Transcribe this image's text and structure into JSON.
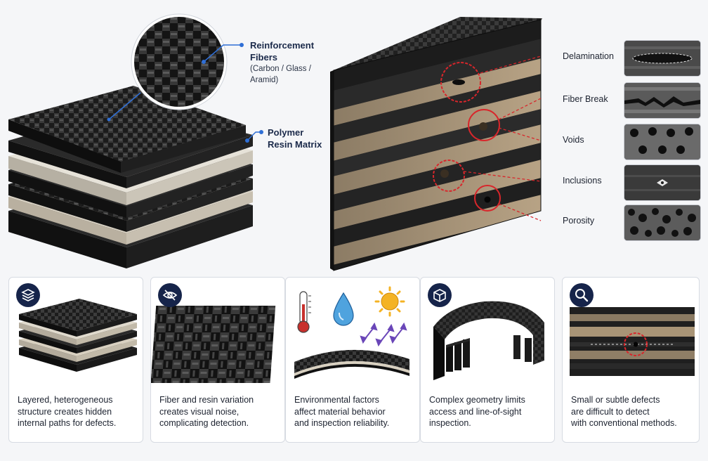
{
  "materials": {
    "fibers_title_1": "Reinforcement",
    "fibers_title_2": "Fibers",
    "fibers_sub_1": "(Carbon / Glass /",
    "fibers_sub_2": "Aramid)",
    "matrix_title_1": "Polymer",
    "matrix_title_2": "Resin Matrix"
  },
  "defects": [
    {
      "label": "Delamination",
      "icon": "delamination-thumbnail"
    },
    {
      "label": "Fiber Break",
      "icon": "fiber-break-thumbnail"
    },
    {
      "label": "Voids",
      "icon": "voids-thumbnail"
    },
    {
      "label": "Inclusions",
      "icon": "inclusions-thumbnail"
    },
    {
      "label": "Porosity",
      "icon": "porosity-thumbnail"
    }
  ],
  "colors": {
    "accent_navy": "#16244a",
    "defect_red": "#d8262b",
    "leader_blue": "#2f6fd6"
  },
  "cards": [
    {
      "icon": "layers-icon",
      "lines": [
        "Layered, heterogeneous",
        "structure creates hidden",
        "internal paths for defects."
      ]
    },
    {
      "icon": "eye-off-icon",
      "lines": [
        "Fiber and resin variation",
        "creates visual noise,",
        "complicating detection."
      ]
    },
    {
      "icon": "environment-icons",
      "lines": [
        "Environmental factors",
        "affect material behavior",
        "and inspection reliability."
      ]
    },
    {
      "icon": "cube-icon",
      "lines": [
        "Complex geometry limits",
        "access and line-of-sight",
        "inspection."
      ]
    },
    {
      "icon": "magnifier-icon",
      "lines": [
        "Small or subtle defects",
        "are difficult to detect",
        "with conventional methods."
      ]
    }
  ]
}
